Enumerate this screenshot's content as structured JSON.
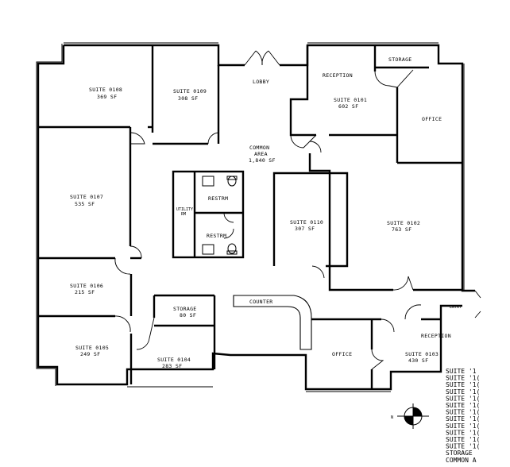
{
  "plan": {
    "rooms": {
      "suite_0108": {
        "name": "SUITE 0108",
        "area": "369 SF"
      },
      "suite_0109": {
        "name": "SUITE 0109",
        "area": "308 SF"
      },
      "suite_0107": {
        "name": "SUITE 0107",
        "area": "535 SF"
      },
      "suite_0106": {
        "name": "SUITE 0106",
        "area": "215 SF"
      },
      "suite_0105": {
        "name": "SUITE 0105",
        "area": "249 SF"
      },
      "suite_0104": {
        "name": "SUITE 0104",
        "area": "283 SF"
      },
      "suite_0110": {
        "name": "SUITE 0110",
        "area": "307 SF"
      },
      "suite_0101": {
        "name": "SUITE 0101",
        "area": "602 SF"
      },
      "suite_0102": {
        "name": "SUITE 0102",
        "area": "763 SF"
      },
      "suite_0103": {
        "name": "SUITE 0103",
        "area": "430 SF"
      },
      "storage_top": {
        "name": "STORAGE"
      },
      "storage_mid": {
        "name": "STORAGE",
        "area": "80 SF"
      },
      "reception_top": {
        "name": "RECEPTION"
      },
      "reception_bottom": {
        "name": "RECEPTION"
      },
      "office_right": {
        "name": "OFFICE"
      },
      "office_bottom": {
        "name": "OFFICE"
      },
      "lobby": {
        "name": "LOBBY"
      },
      "common_area": {
        "line1": "COMMON",
        "line2": "AREA",
        "area": "1,840 SF"
      },
      "restrm_top": {
        "name": "RESTRM"
      },
      "restrm_bottom": {
        "name": "RESTRM"
      },
      "utility": {
        "line1": "UTILITY",
        "line2": "RM"
      },
      "counter": {
        "name": "COUNTER"
      },
      "entry": {
        "name": "ENTRY"
      }
    },
    "legend": {
      "lines": [
        "SUITE '1",
        "SUITE '1(",
        "SUITE '1(",
        "SUITE '1(",
        "SUITE '1(",
        "SUITE '1(",
        "SUITE '1(",
        "SUITE '1(",
        "SUITE '1(",
        "SUITE '1(",
        "SUITE '1(",
        "SUITE '1(",
        "STORAGE",
        "COMMON A"
      ]
    },
    "north_arrow": {
      "label": "N"
    }
  }
}
